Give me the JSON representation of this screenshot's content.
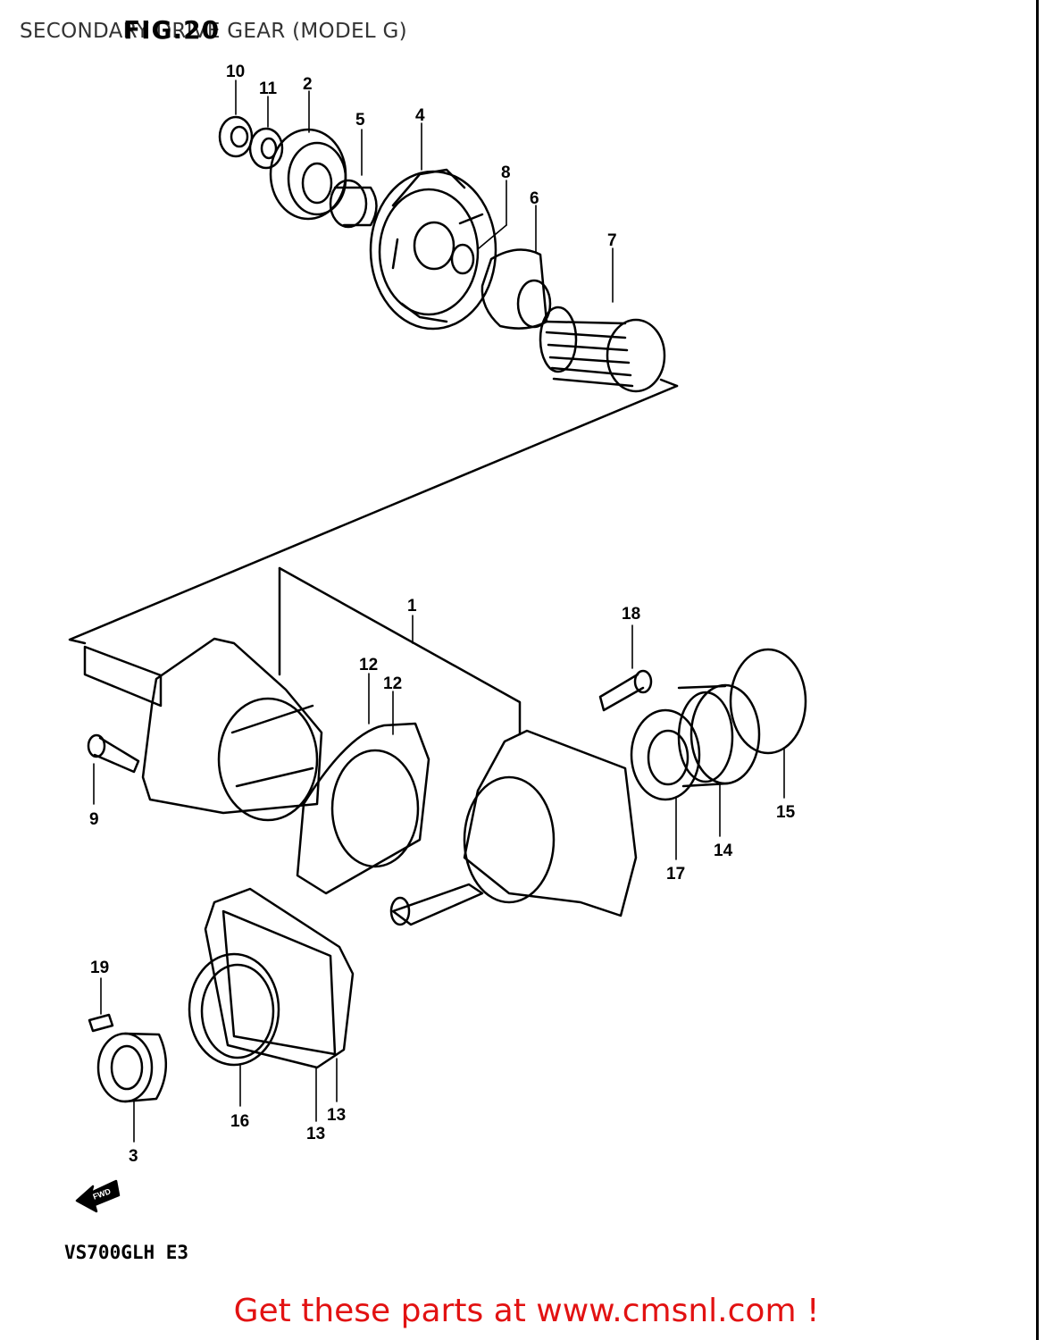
{
  "header": {
    "title": "SECONDARY DRIVE GEAR (MODEL G)",
    "fig_label": "FIG.20"
  },
  "parts": [
    {
      "ref": "10"
    },
    {
      "ref": "11"
    },
    {
      "ref": "2"
    },
    {
      "ref": "5"
    },
    {
      "ref": "4"
    },
    {
      "ref": "8"
    },
    {
      "ref": "6"
    },
    {
      "ref": "7"
    },
    {
      "ref": "1"
    },
    {
      "ref": "18"
    },
    {
      "ref": "12"
    },
    {
      "ref": "12"
    },
    {
      "ref": "9"
    },
    {
      "ref": "15"
    },
    {
      "ref": "14"
    },
    {
      "ref": "17"
    },
    {
      "ref": "19"
    },
    {
      "ref": "16"
    },
    {
      "ref": "13"
    },
    {
      "ref": "13"
    },
    {
      "ref": "3"
    }
  ],
  "direction_marker": "FWD",
  "model_code": "VS700GLH E3",
  "cta": "Get these parts at www.cmsnl.com !",
  "colors": {
    "cta": "#e21212",
    "title": "#333333",
    "line": "#000000"
  }
}
